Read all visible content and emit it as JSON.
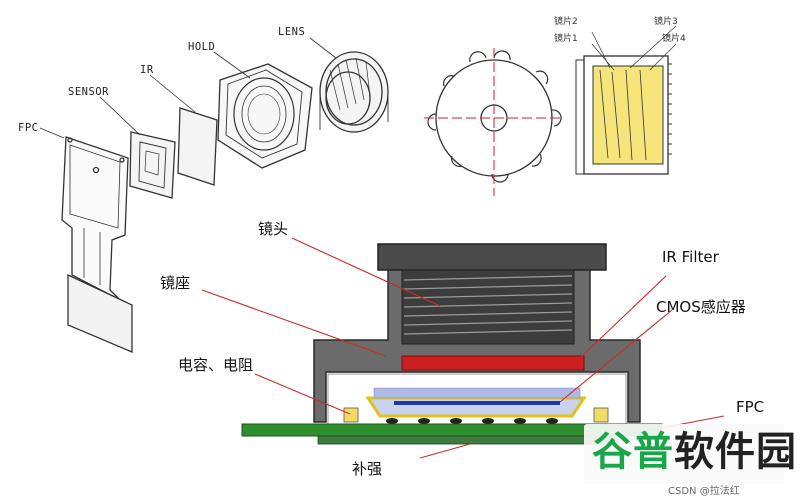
{
  "exploded_view": {
    "labels": {
      "fpc": "FPC",
      "sensor": "SENSOR",
      "ir": "IR",
      "hold": "HOLD",
      "lens": "LENS"
    },
    "lens_detail": {
      "lens1": "镜片1",
      "lens2": "镜片2",
      "lens3": "镜片3",
      "lens4": "镜片4"
    }
  },
  "cross_section": {
    "labels": {
      "lens": "镜头",
      "mount": "镜座",
      "cap_res": "电容、电阻",
      "stiffener": "补强",
      "ir_filter": "IR Filter",
      "cmos": "CMOS感应器",
      "fpc": "FPC"
    },
    "colors": {
      "housing": "#6b6b6b",
      "lens_barrel": "#404040",
      "ir_filter": "#cc1f1f",
      "pcb": "#2f8f2f",
      "sensor_border": "#e0c21a",
      "sensor_glass": "#aeb9e6",
      "sensor_core": "#1c3c9c",
      "leader_line": "#cc2a2a",
      "component": "#f3dc66"
    }
  },
  "watermark": {
    "part_a": "谷普",
    "part_b": "软件园",
    "credit": "CSDN @拉法红"
  }
}
